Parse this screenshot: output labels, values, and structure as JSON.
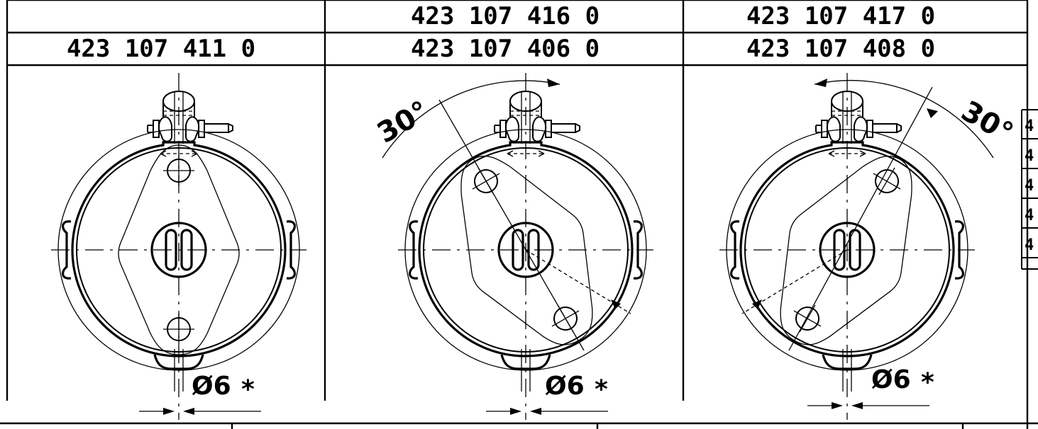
{
  "table": {
    "col1": {
      "row1": "",
      "row2": "423 107 411 0"
    },
    "col2": {
      "row1": "423 107 416 0",
      "row2": "423 107 406 0"
    },
    "col3": {
      "row1": "423 107 417 0",
      "row2": "423 107 408 0"
    }
  },
  "views": [
    {
      "diameter_label": "Ø6",
      "tolerance_mark": "*",
      "angle_label": "",
      "rotation_deg": 0
    },
    {
      "diameter_label": "Ø6",
      "tolerance_mark": "*",
      "angle_label": "30°",
      "rotation_deg": -30
    },
    {
      "diameter_label": "Ø6",
      "tolerance_mark": "*",
      "angle_label": "30°",
      "rotation_deg": 30
    }
  ],
  "side_table": {
    "rows": [
      "4",
      "4",
      "4",
      "4",
      "4"
    ]
  }
}
